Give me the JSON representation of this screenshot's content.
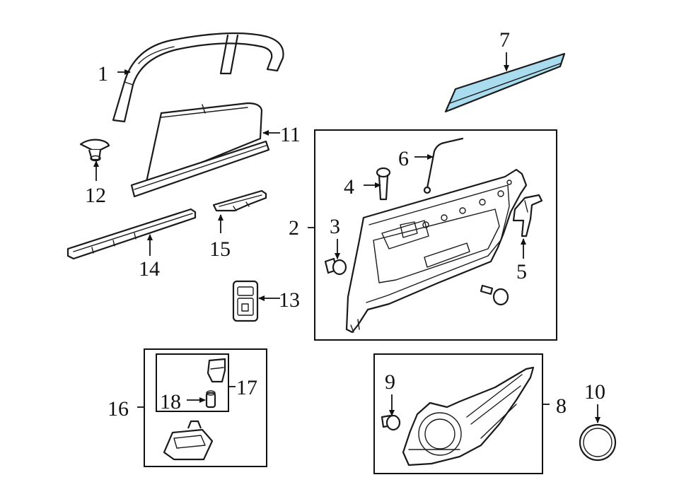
{
  "colors": {
    "highlight": "#a9dcef",
    "line": "#1a1a1a",
    "background": "#ffffff"
  },
  "callouts": {
    "c1": "1",
    "c2": "2",
    "c3": "3",
    "c4": "4",
    "c5": "5",
    "c6": "6",
    "c7": "7",
    "c8": "8",
    "c9": "9",
    "c10": "10",
    "c11": "11",
    "c12": "12",
    "c13": "13",
    "c14": "14",
    "c15": "15",
    "c16": "16",
    "c17": "17",
    "c18": "18"
  }
}
